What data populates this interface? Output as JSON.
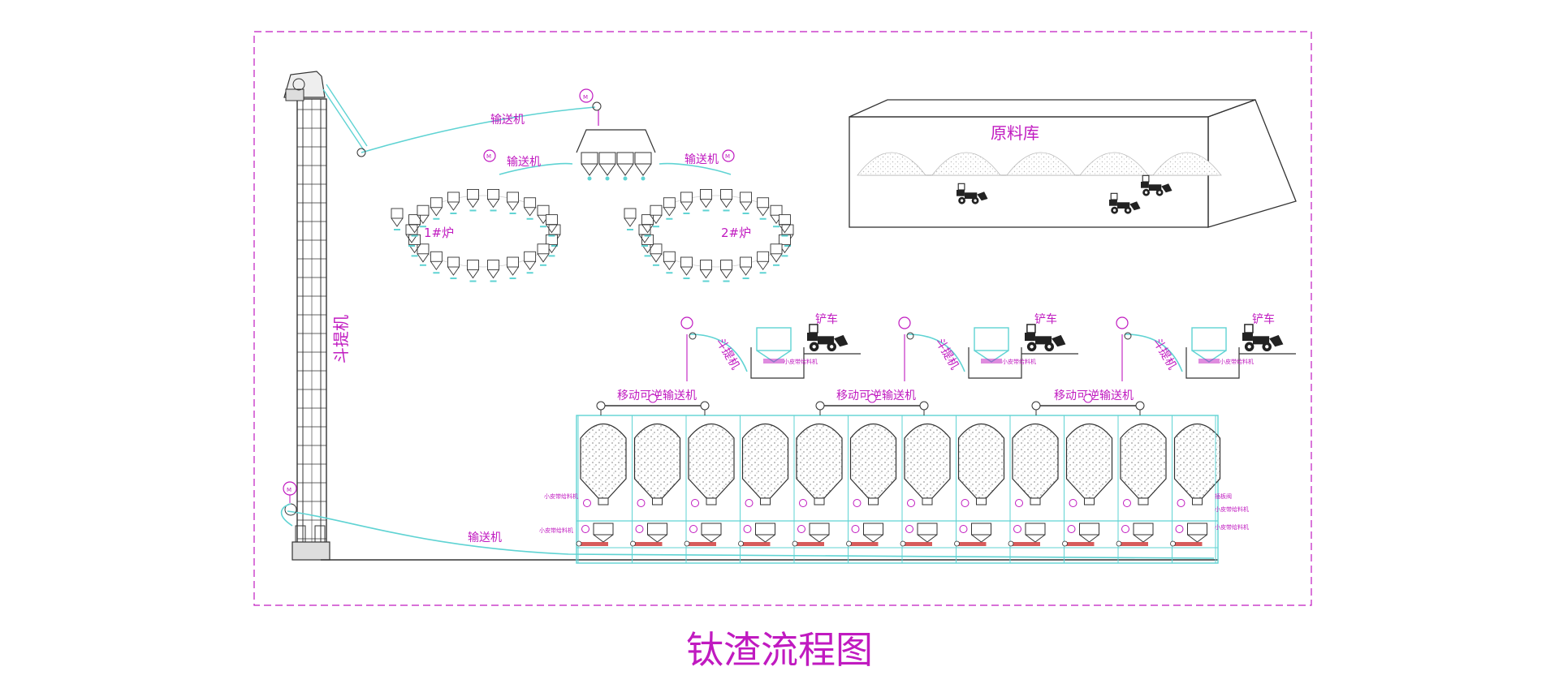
{
  "title": "钛渣流程图",
  "labels": {
    "bucket_elevator": "斗提机",
    "conveyor": "输送机",
    "raw_material_store": "原料库",
    "furnace_1": "1#炉",
    "furnace_2": "2#炉",
    "mobile_reversible_conveyor": "移动可逆输送机",
    "loader": "铲车",
    "small_feeder": "小皮带给料机",
    "gate_valve": "插板阀"
  },
  "colors": {
    "accent": "#c01ac0",
    "pipe": "#5fd3d3",
    "line": "#333333"
  },
  "icons": {
    "motor": "motor-icon",
    "loader": "loader-icon",
    "silo": "silo-icon"
  }
}
